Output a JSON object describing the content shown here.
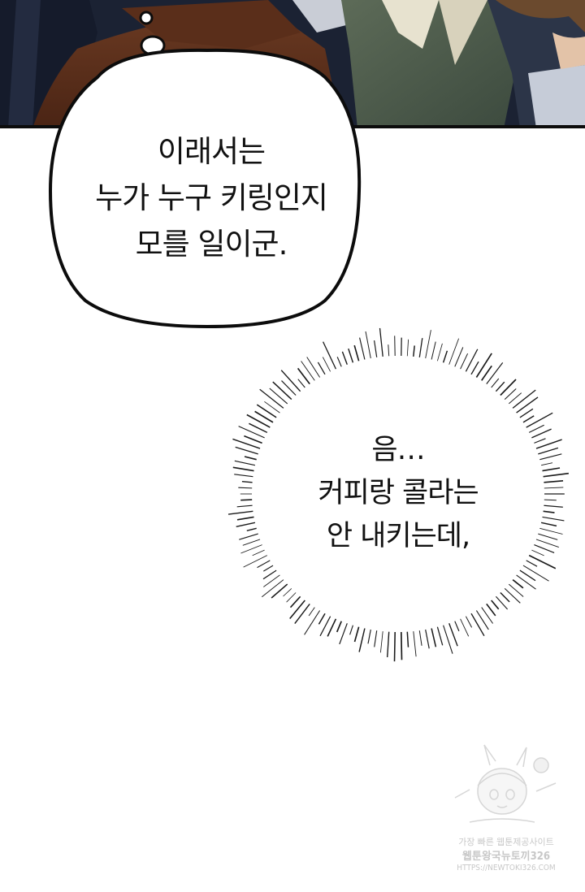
{
  "speech_bubble": {
    "lines": [
      "이래서는",
      "누가 누구 키링인지",
      "모를 일이군."
    ]
  },
  "burst_bubble": {
    "lines": [
      "음…",
      "커피랑 콜라는",
      "안 내키는데,"
    ]
  },
  "watermark": {
    "line1": "가장 빠른 웹툰제공사이트",
    "line2": "웹툰왕국뉴토끼326",
    "line3": "HTTPS://NEWTOKI326.COM"
  }
}
